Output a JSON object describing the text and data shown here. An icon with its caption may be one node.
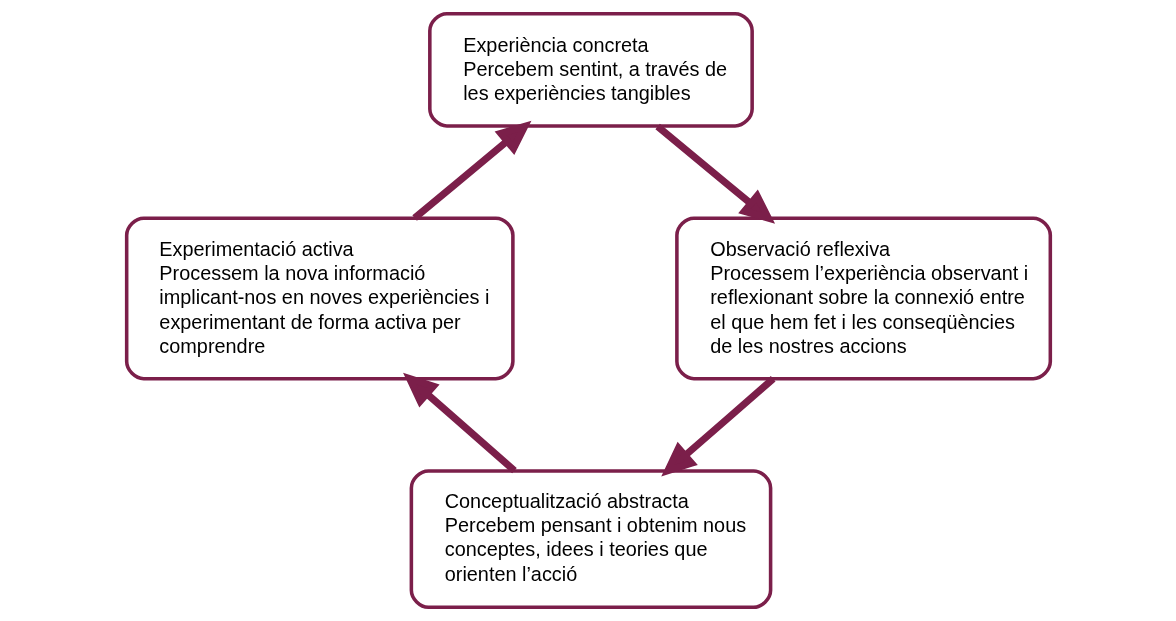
{
  "diagram": {
    "nodes": [
      {
        "text": [
          "Experiència concreta",
          "Percebem sentint, a través de les experiències tangibles"
        ]
      },
      {
        "text": [
          "Observació reflexiva",
          "Processem l’experiència observant i reflexionant sobre la connexió entre el que hem fet i les conseqüències de les nostres accions"
        ]
      },
      {
        "text": [
          "Conceptualització abstracta",
          "Percebem pensant i obtenim nous conceptes, idees i teories que orienten l’acció"
        ]
      },
      {
        "text": [
          "Experimentació activa",
          "Processem la nova informació implicant-nos en noves experiències i experimentant de forma activa per comprendre"
        ]
      }
    ],
    "edges": [
      {
        "from": 0,
        "to": 1,
        "arrow": "to"
      },
      {
        "from": 1,
        "to": 2,
        "arrow": "to"
      },
      {
        "from": 2,
        "to": 3,
        "arrow": "to"
      },
      {
        "from": 3,
        "to": 0,
        "arrow": "to"
      }
    ]
  }
}
